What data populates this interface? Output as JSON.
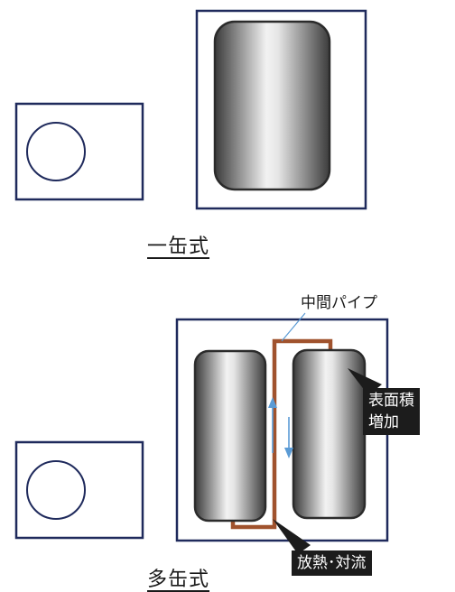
{
  "single_caption": "一缶式",
  "multi_caption": "多缶式",
  "labels": {
    "pipe": "中間パイプ",
    "surface_line1": "表面積",
    "surface_line2": "増加",
    "heat": "放熱･対流"
  },
  "colors": {
    "frame": "#1f2a5c",
    "pipe": "#a0522d",
    "arrow": "#5b9bd5",
    "tank_edge": "#2b2b2b"
  }
}
